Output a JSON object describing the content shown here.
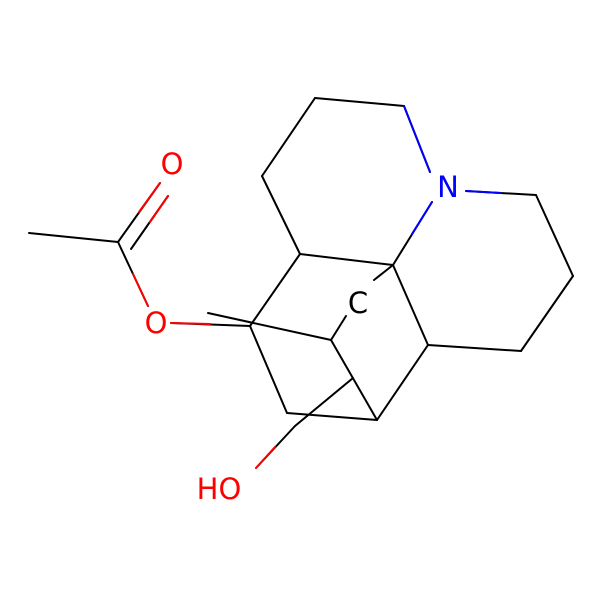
{
  "molecule": {
    "atoms": {
      "carbonyl_oxygen": {
        "symbol": "O",
        "color": "#ff0000"
      },
      "ester_oxygen": {
        "symbol": "O",
        "color": "#ff0000"
      },
      "nitrogen": {
        "symbol": "N",
        "color": "#0000ff"
      },
      "hydroxyl": {
        "symbol": "HO",
        "color": "#ff0000"
      },
      "carbon": {
        "symbol": "C",
        "color": "#000000"
      }
    },
    "bond_color": "#000000",
    "background": "#ffffff"
  }
}
